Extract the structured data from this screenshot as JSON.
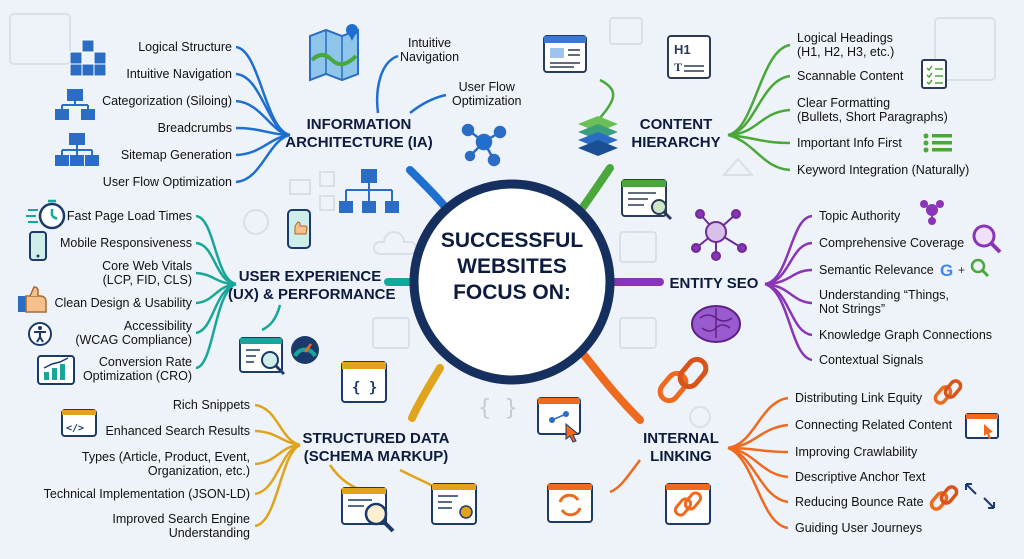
{
  "center": {
    "line1": "SUCCESSFUL",
    "line2": "WEBSITES",
    "line3": "FOCUS ON:"
  },
  "branches": {
    "ia": {
      "title1": "INFORMATION",
      "title2": "ARCHITECTURE (IA)",
      "color": "#1f6fd1",
      "items": [
        "Logical Structure",
        "Intuitive Navigation",
        "Categorization (Siloing)",
        "Breadcrumbs",
        "Sitemap Generation",
        "User Flow Optimization"
      ],
      "top1": [
        "Intuitive",
        "Navigation"
      ],
      "top2": [
        "User Flow",
        "Optimization"
      ]
    },
    "content": {
      "title1": "CONTENT",
      "title2": "HIERARCHY",
      "color": "#4aa83a",
      "items": [
        [
          "Logical Headings",
          "(H1, H2, H3, etc.)"
        ],
        [
          "Scannable Content"
        ],
        [
          "Clear Formatting",
          "(Bullets, Short Paragraphs)"
        ],
        [
          "Important Info First"
        ],
        [
          "Keyword Integration (Naturally)"
        ]
      ]
    },
    "ux": {
      "title1": "USER EXPERIENCE",
      "title2": "(UX) & PERFORMANCE",
      "color": "#17a79a",
      "items": [
        [
          "Fast Page Load Times"
        ],
        [
          "Mobile Responsiveness"
        ],
        [
          "Core Web Vitals",
          "(LCP, FID, CLS)"
        ],
        [
          "Clean Design & Usability"
        ],
        [
          "Accessibility",
          "(WCAG Compliance)"
        ],
        [
          "Conversion Rate",
          "Optimization (CRO)"
        ]
      ]
    },
    "entity": {
      "title1": "ENTITY SEO",
      "color": "#8a34b8",
      "items": [
        [
          "Topic Authority"
        ],
        [
          "Comprehensive Coverage"
        ],
        [
          "Semantic Relevance"
        ],
        [
          "Understanding “Things,",
          "Not Strings”"
        ],
        [
          "Knowledge Graph Connections"
        ],
        [
          "Contextual Signals"
        ]
      ]
    },
    "schema": {
      "title1": "STRUCTURED DATA",
      "title2": "(SCHEMA MARKUP)",
      "color": "#e0a41c",
      "items": [
        [
          "Rich Snippets"
        ],
        [
          "Enhanced Search Results"
        ],
        [
          "Types (Article, Product, Event,",
          "Organization, etc.)"
        ],
        [
          "Technical Implementation (JSON-LD)"
        ],
        [
          "Improved Search Engine",
          "Understanding"
        ]
      ]
    },
    "linking": {
      "title1": "INTERNAL",
      "title2": "LINKING",
      "color": "#ee6a1f",
      "items": [
        [
          "Distributing Link Equity"
        ],
        [
          "Connecting Related Content"
        ],
        [
          "Improving Crawlability"
        ],
        [
          "Descriptive Anchor Text"
        ],
        [
          "Reducing Bounce Rate"
        ],
        [
          "Guiding User Journeys"
        ]
      ]
    }
  },
  "icons": {
    "code_braces": "{ }",
    "h1": "H1",
    "t": "T",
    "code_tag": "</>",
    "plus": "+",
    "g": "G"
  }
}
